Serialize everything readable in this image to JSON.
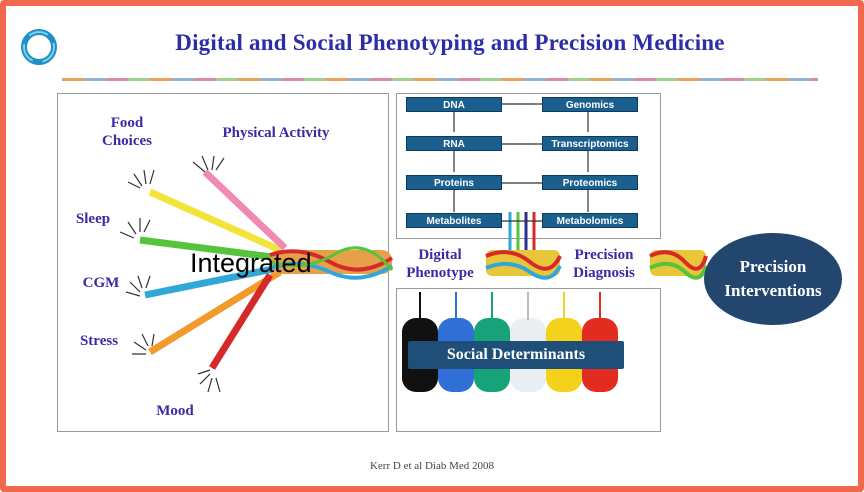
{
  "title": "Digital and Social Phenotyping and Precision Medicine",
  "inputs": [
    {
      "label": "Food Choices",
      "color": "#f2e43a"
    },
    {
      "label": "Physical Activity",
      "color": "#f08ab4"
    },
    {
      "label": "Sleep",
      "color": "#55c43c"
    },
    {
      "label": "CGM",
      "color": "#2fa8d8"
    },
    {
      "label": "Stress",
      "color": "#f29a2a"
    },
    {
      "label": "Mood",
      "color": "#d62a2a"
    }
  ],
  "integrated_label": "Integrated",
  "omics": {
    "left": [
      "DNA",
      "RNA",
      "Proteins",
      "Metabolites"
    ],
    "right": [
      "Genomics",
      "Transcriptomics",
      "Proteomics",
      "Metabolomics"
    ]
  },
  "stages": {
    "digital": "Digital Phenotype",
    "precision": "Precision Diagnosis"
  },
  "social_label": "Social Determinants",
  "outcome": {
    "line1": "Precision",
    "line2": "Interventions"
  },
  "citation": "Kerr D et al Diab Med 2008"
}
